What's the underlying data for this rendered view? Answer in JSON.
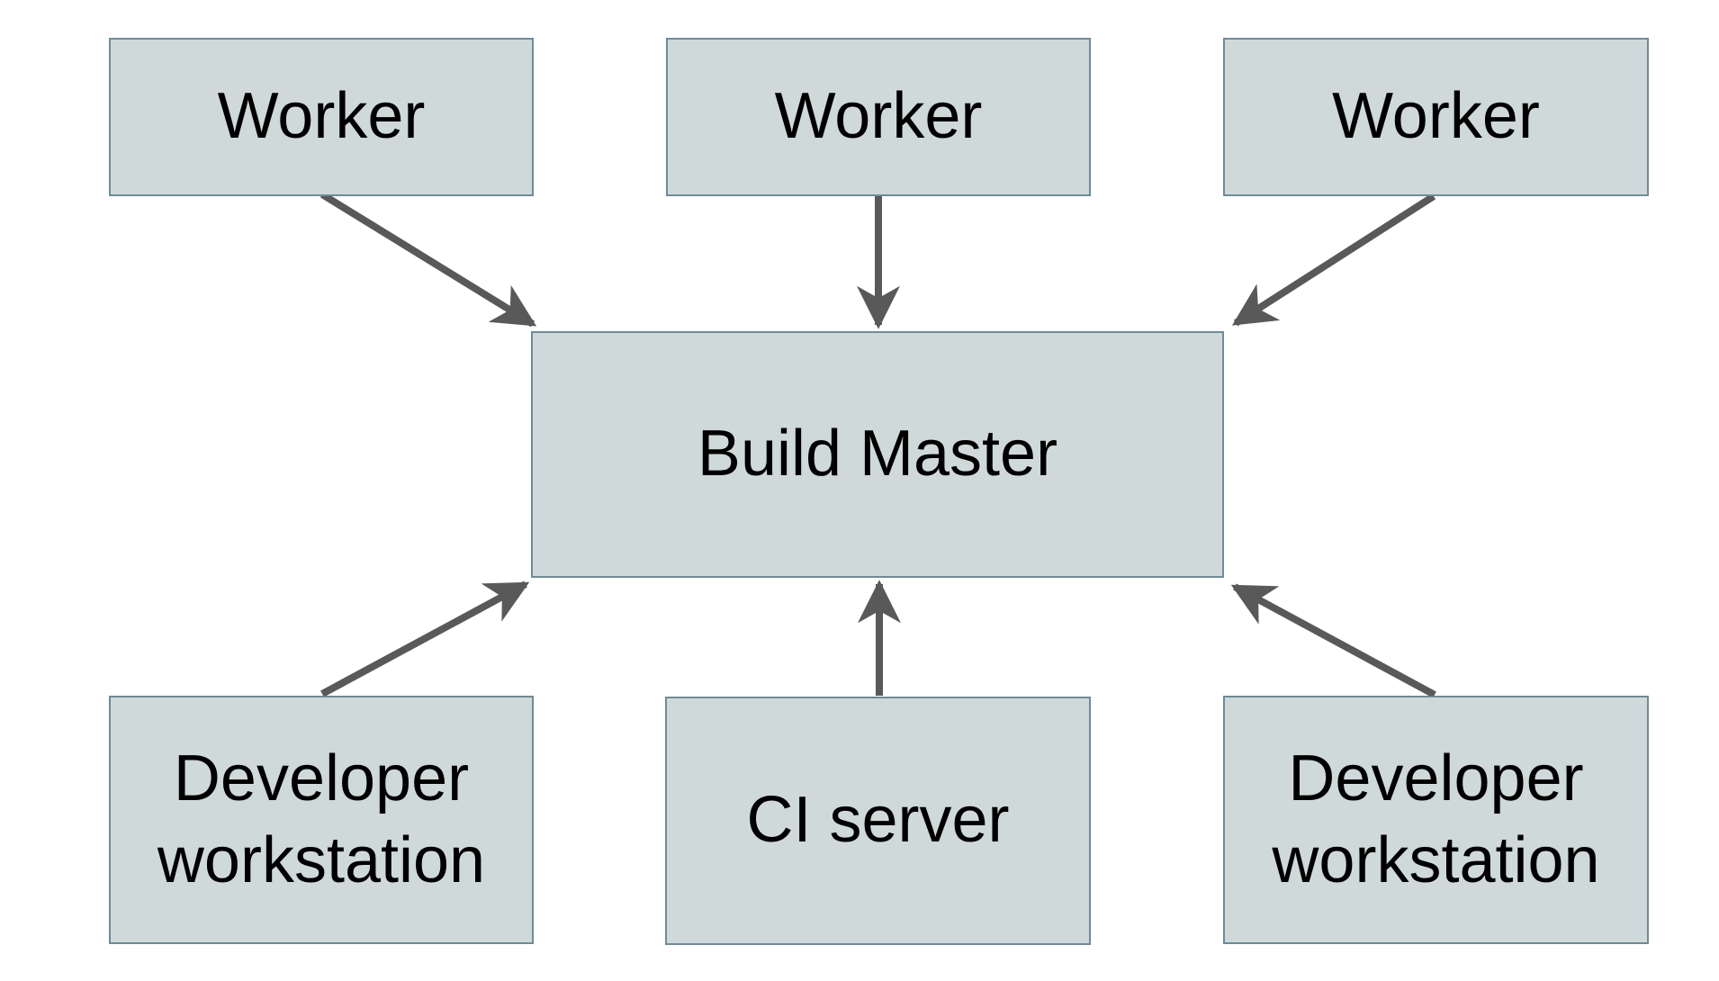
{
  "colors": {
    "background": "#ffffff",
    "node_fill": "#d0d9da",
    "node_border": "#6f8b97",
    "arrow_color": "#595959",
    "text_color": "#000000"
  },
  "diagram": {
    "nodes": {
      "worker_1": {
        "label": "Worker"
      },
      "worker_2": {
        "label": "Worker"
      },
      "worker_3": {
        "label": "Worker"
      },
      "build_master": {
        "label": "Build Master"
      },
      "dev_workstation_left": {
        "label": "Developer workstation",
        "label_lines": [
          "Developer",
          "workstation"
        ]
      },
      "ci_server": {
        "label": "CI server"
      },
      "dev_workstation_right": {
        "label": "Developer workstation",
        "label_lines": [
          "Developer",
          "workstation"
        ]
      }
    },
    "edges": [
      {
        "from": "worker_1",
        "to": "build_master"
      },
      {
        "from": "worker_2",
        "to": "build_master"
      },
      {
        "from": "worker_3",
        "to": "build_master"
      },
      {
        "from": "dev_workstation_left",
        "to": "build_master"
      },
      {
        "from": "ci_server",
        "to": "build_master"
      },
      {
        "from": "dev_workstation_right",
        "to": "build_master"
      }
    ]
  }
}
